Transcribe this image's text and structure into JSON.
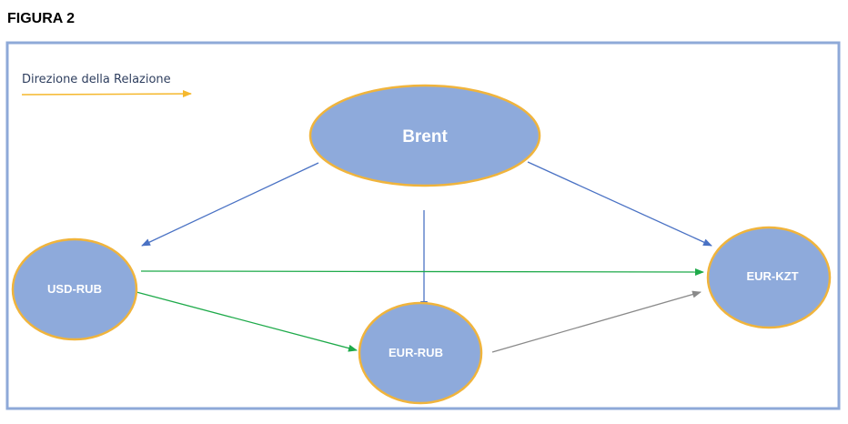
{
  "figure_title": "FIGURA 2",
  "legend": {
    "label": "Direzione della Relazione",
    "arrow_color": "#f5b82e"
  },
  "colors": {
    "frame": "#8ea9d8",
    "node_fill": "#8eaadb",
    "node_stroke": "#f0b43c",
    "edge_blue": "#4a72c4",
    "edge_green": "#1eaa4a",
    "edge_gray": "#8a8a8a"
  },
  "nodes": {
    "brent": "Brent",
    "usd_rub": "USD-RUB",
    "eur_rub": "EUR-RUB",
    "eur_kzt": "EUR-KZT"
  },
  "edges": [
    {
      "from": "Brent",
      "to": "USD-RUB",
      "color": "blue"
    },
    {
      "from": "Brent",
      "to": "EUR-RUB",
      "color": "blue"
    },
    {
      "from": "Brent",
      "to": "EUR-KZT",
      "color": "blue"
    },
    {
      "from": "USD-RUB",
      "to": "EUR-KZT",
      "color": "green"
    },
    {
      "from": "USD-RUB",
      "to": "EUR-RUB",
      "color": "green"
    },
    {
      "from": "EUR-RUB",
      "to": "EUR-KZT",
      "color": "gray"
    }
  ]
}
